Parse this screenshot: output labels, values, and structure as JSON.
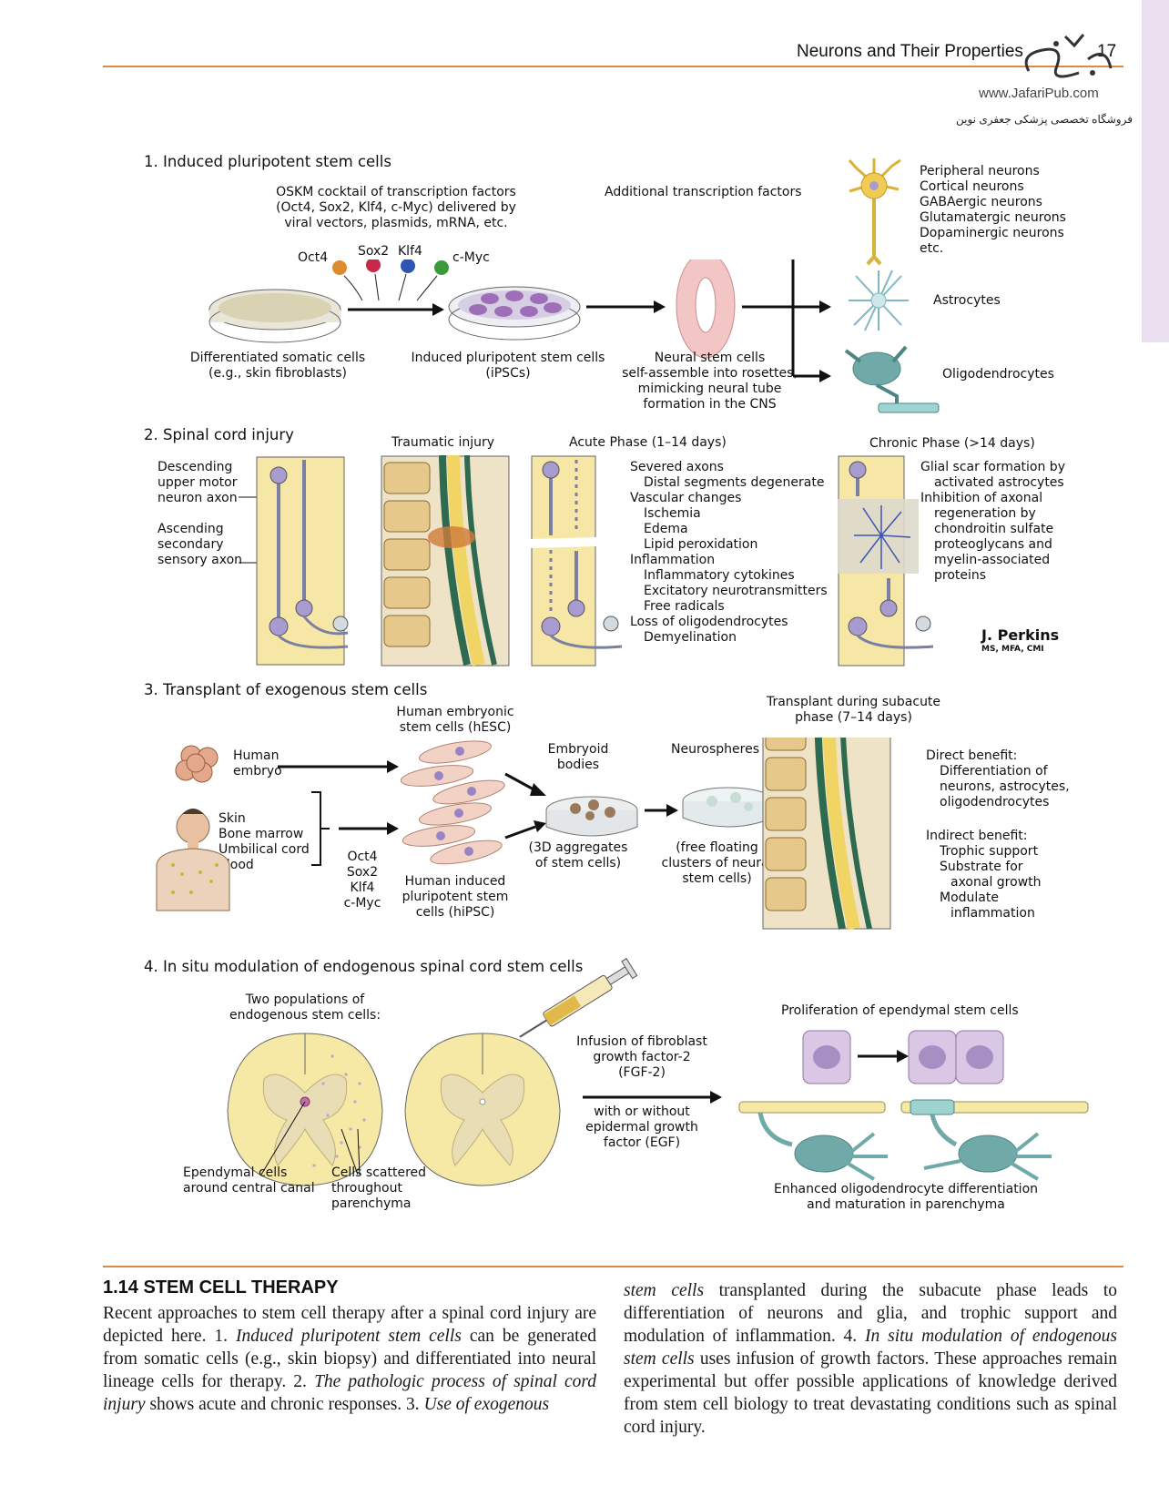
{
  "header": {
    "running_title": "Neurons and Their Properties",
    "page_number": "17",
    "publisher_url": "www.JafariPub.com",
    "publisher_tagline": "فروشگاه تخصصی پزشکی جعفری نوین",
    "logo_glyphs": "جعفری"
  },
  "panel1": {
    "title": "1. Induced pluripotent stem cells",
    "oskm_text": "OSKM cocktail of transcription factors\n(Oct4, Sox2, Klf4, c-Myc) delivered by\nviral vectors, plasmids, mRNA, etc.",
    "factors": [
      "Oct4",
      "Sox2",
      "Klf4",
      "c-Myc"
    ],
    "additional_factors": "Additional transcription factors",
    "somatic_label": "Differentiated somatic cells\n(e.g., skin fibroblasts)",
    "ipsc_label": "Induced pluripotent stem cells\n(iPSCs)",
    "nsc_label": "Neural stem cells\nself-assemble into rosettes,\nmimicking neural tube\nformation in the CNS",
    "neurons_label": "Peripheral neurons\nCortical neurons\nGABAergic neurons\nGlutamatergic neurons\nDopaminergic neurons\netc.",
    "astrocytes_label": "Astrocytes",
    "oligos_label": "Oligodendrocytes"
  },
  "panel2": {
    "title": "2. Spinal cord injury",
    "descending_label": "Descending\nupper motor\nneuron axon",
    "ascending_label": "Ascending\nsecondary\nsensory axon",
    "traumatic_title": "Traumatic injury",
    "acute_title": "Acute Phase (1–14 days)",
    "acute_list": [
      {
        "text": "Severed axons",
        "indent": 0
      },
      {
        "text": "Distal segments degenerate",
        "indent": 1
      },
      {
        "text": "Vascular changes",
        "indent": 0
      },
      {
        "text": "Ischemia",
        "indent": 1
      },
      {
        "text": "Edema",
        "indent": 1
      },
      {
        "text": "Lipid peroxidation",
        "indent": 1
      },
      {
        "text": "Inflammation",
        "indent": 0
      },
      {
        "text": "Inflammatory cytokines",
        "indent": 1
      },
      {
        "text": "Excitatory neurotransmitters",
        "indent": 1
      },
      {
        "text": "Free radicals",
        "indent": 1
      },
      {
        "text": "Loss of oligodendrocytes",
        "indent": 0
      },
      {
        "text": "Demyelination",
        "indent": 1
      }
    ],
    "chronic_title": "Chronic Phase (>14 days)",
    "chronic_list": [
      {
        "text": "Glial scar formation by",
        "indent": 0
      },
      {
        "text": "activated astrocytes",
        "indent": 1
      },
      {
        "text": "Inhibition of axonal",
        "indent": 0
      },
      {
        "text": "regeneration by",
        "indent": 1
      },
      {
        "text": "chondroitin sulfate",
        "indent": 1
      },
      {
        "text": "proteoglycans and",
        "indent": 1
      },
      {
        "text": "myelin-associated",
        "indent": 1
      },
      {
        "text": "proteins",
        "indent": 1
      }
    ],
    "artist_name": "J. Perkins",
    "artist_credentials": "MS, MFA, CMI"
  },
  "panel3": {
    "title": "3. Transplant of exogenous stem cells",
    "hesc_label": "Human embryonic\nstem cells (hESC)",
    "embryo_label": "Human\nembryo",
    "sources_label": "Skin\nBone marrow\nUmbilical cord\nblood",
    "factors_label": "Oct4\nSox2\nKlf4\nc-Myc",
    "hipsc_label": "Human induced\npluripotent stem\ncells (hiPSC)",
    "eb_title": "Embryoid\nbodies",
    "eb_sub": "(3D aggregates\nof stem cells)",
    "ns_title": "Neurospheres",
    "ns_sub": "(free floating\nclusters of neural\nstem cells)",
    "transplant_title": "Transplant during subacute\nphase (7–14 days)",
    "direct_list": [
      {
        "text": "Direct benefit:",
        "indent": 0
      },
      {
        "text": "Differentiation of",
        "indent": 1
      },
      {
        "text": "neurons, astrocytes,",
        "indent": 1
      },
      {
        "text": "oligodendrocytes",
        "indent": 1
      }
    ],
    "indirect_list": [
      {
        "text": "Indirect benefit:",
        "indent": 0
      },
      {
        "text": "Trophic support",
        "indent": 1
      },
      {
        "text": "Substrate for",
        "indent": 1
      },
      {
        "text": "axonal growth",
        "indent": 2
      },
      {
        "text": "Modulate",
        "indent": 1
      },
      {
        "text": "inflammation",
        "indent": 2
      }
    ]
  },
  "panel4": {
    "title": "4. In situ modulation of endogenous spinal cord stem cells",
    "two_pop_label": "Two populations of\nendogenous stem cells:",
    "ependymal_label": "Ependymal cells\naround central canal",
    "scattered_label": "Cells scattered\nthroughout\nparenchyma",
    "infusion_label": "Infusion of fibroblast\ngrowth factor-2\n(FGF-2)",
    "egf_label": "with or without\nepidermal growth\nfactor (EGF)",
    "prolif_label": "Proliferation of ependymal stem cells",
    "enhanced_label": "Enhanced oligodendrocyte differentiation\nand maturation in parenchyma"
  },
  "caption": {
    "heading": "1.14 STEM CELL THERAPY",
    "col1": [
      {
        "t": "Recent approaches to stem cell therapy after a spinal cord injury are depicted here. 1. ",
        "i": false
      },
      {
        "t": "Induced pluripotent stem cells",
        "i": true
      },
      {
        "t": " can be generated from somatic cells (e.g., skin biopsy) and differentiated into neural lineage cells for therapy. 2. ",
        "i": false
      },
      {
        "t": "The pathologic process of spinal cord injury",
        "i": true
      },
      {
        "t": " shows acute and chronic responses. 3. ",
        "i": false
      },
      {
        "t": "Use of exogenous",
        "i": true
      }
    ],
    "col2": [
      {
        "t": "stem cells",
        "i": true
      },
      {
        "t": " transplanted during the subacute phase leads to differentiation of neurons and glia, and trophic support and modulation of inflammation. 4. ",
        "i": false
      },
      {
        "t": "In situ modulation of endogenous stem cells",
        "i": true
      },
      {
        "t": " uses infusion of growth factors. These approaches remain experimental but offer possible applications of knowledge derived from stem cell biology to treat devastating conditions such as spinal cord injury.",
        "i": false
      }
    ]
  },
  "colors": {
    "rule": "#d88a44",
    "cord_yellow": "#f6e7a6",
    "neuron_purple": "#a79bd0",
    "oligo_teal": "#6fa9a8",
    "factor_orange": "#e08a2e",
    "factor_red": "#c8284a",
    "factor_blue": "#2c55b4",
    "factor_green": "#3a9a3a",
    "tab_lavender": "#e9dfee"
  }
}
